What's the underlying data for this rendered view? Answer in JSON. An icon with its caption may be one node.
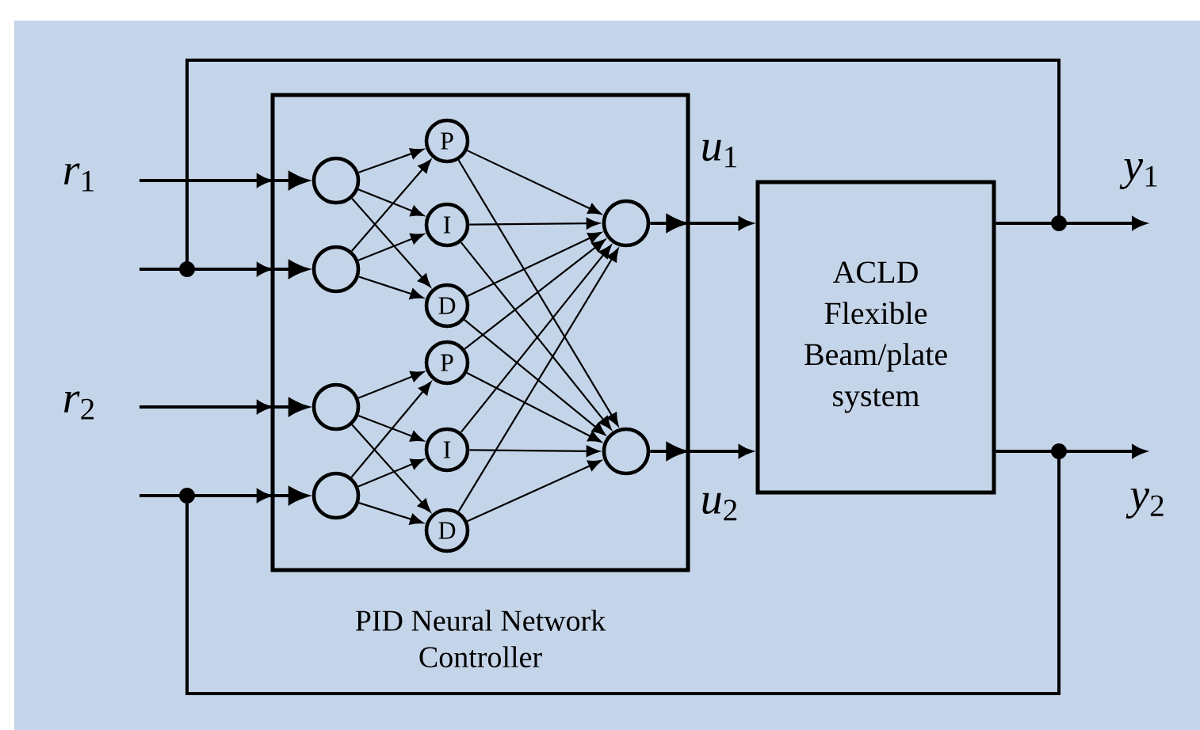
{
  "diagram": {
    "nodes": [
      {
        "text": [
          "PID Neural Network Controller"
        ]
      },
      {
        "text": [],
        "shape": "circle",
        "in": 0
      },
      {
        "text": [],
        "shape": "circle",
        "in": 0
      },
      {
        "text": [],
        "shape": "circle",
        "in": 0
      },
      {
        "text": [],
        "shape": "circle",
        "in": 0
      },
      {
        "text": [
          "P"
        ],
        "in": 0
      },
      {
        "text": [
          "I"
        ],
        "in": 0
      },
      {
        "text": [
          "D"
        ],
        "in": 0
      },
      {
        "text": [
          "P"
        ],
        "in": 0
      },
      {
        "text": [
          "I"
        ],
        "in": 0
      },
      {
        "text": [
          "D"
        ],
        "in": 0
      },
      {
        "text": [],
        "shape": "circle",
        "in": 0
      },
      {
        "text": [],
        "shape": "circle",
        "in": 0
      },
      {
        "text": [
          "ACLD Flexible Beam/plate system"
        ]
      }
    ],
    "edges": [
      {
        "from": null,
        "to": 1,
        "arrow": "to",
        "label": "*r*$_{1}$"
      },
      {
        "from": null,
        "to": 2,
        "arrow": "to"
      },
      {
        "from": 13,
        "to": 2,
        "arrow": "to"
      },
      {
        "from": null,
        "to": 3,
        "arrow": "to",
        "label": "*r*$_{2}$"
      },
      {
        "from": null,
        "to": 4,
        "arrow": "to"
      },
      {
        "from": 13,
        "to": 4,
        "arrow": "to"
      },
      {
        "from": 1,
        "to": 5,
        "arrow": "to"
      },
      {
        "from": 1,
        "to": 6,
        "arrow": "to"
      },
      {
        "from": 1,
        "to": 7,
        "arrow": "to"
      },
      {
        "from": 2,
        "to": 5,
        "arrow": "to"
      },
      {
        "from": 2,
        "to": 6,
        "arrow": "to"
      },
      {
        "from": 2,
        "to": 7,
        "arrow": "to"
      },
      {
        "from": 3,
        "to": 8,
        "arrow": "to"
      },
      {
        "from": 3,
        "to": 9,
        "arrow": "to"
      },
      {
        "from": 3,
        "to": 10,
        "arrow": "to"
      },
      {
        "from": 4,
        "to": 8,
        "arrow": "to"
      },
      {
        "from": 4,
        "to": 9,
        "arrow": "to"
      },
      {
        "from": 4,
        "to": 10,
        "arrow": "to"
      },
      {
        "from": 5,
        "to": 11,
        "arrow": "to"
      },
      {
        "from": 5,
        "to": 12,
        "arrow": "to"
      },
      {
        "from": 6,
        "to": 11,
        "arrow": "to"
      },
      {
        "from": 6,
        "to": 12,
        "arrow": "to"
      },
      {
        "from": 7,
        "to": 11,
        "arrow": "to"
      },
      {
        "from": 7,
        "to": 12,
        "arrow": "to"
      },
      {
        "from": 8,
        "to": 11,
        "arrow": "to"
      },
      {
        "from": 8,
        "to": 12,
        "arrow": "to"
      },
      {
        "from": 9,
        "to": 11,
        "arrow": "to"
      },
      {
        "from": 9,
        "to": 12,
        "arrow": "to"
      },
      {
        "from": 10,
        "to": 11,
        "arrow": "to"
      },
      {
        "from": 10,
        "to": 12,
        "arrow": "to"
      },
      {
        "from": 11,
        "to": 13,
        "arrow": "to",
        "label": "*u*$_{1}$"
      },
      {
        "from": 12,
        "to": 13,
        "arrow": "to",
        "label": "*u*$_{2}$"
      },
      {
        "from": 13,
        "to": null,
        "arrow": "to",
        "label": "*y*$_{1}$"
      },
      {
        "from": 13,
        "to": null,
        "arrow": "to",
        "label": "*y*$_{2}$"
      }
    ]
  }
}
